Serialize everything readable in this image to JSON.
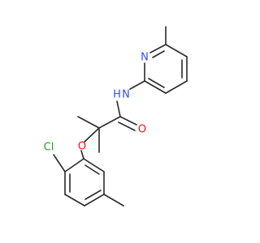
{
  "atoms": {
    "nitrogen_ring": {
      "symbol": "N",
      "color": "#3050F8"
    },
    "nitrogen_amide": {
      "symbol": "N",
      "color": "#3050F8"
    },
    "hydrogen_amide": {
      "symbol": "H",
      "color": "#3050F8"
    },
    "oxygen_carbonyl": {
      "symbol": "O",
      "color": "#FF0D0D"
    },
    "oxygen_ether": {
      "symbol": "O",
      "color": "#FF0D0D"
    },
    "chlorine": {
      "symbol": "Cl",
      "color": "#1FA01F"
    }
  },
  "bond_color": "#2a2a2a",
  "background": "#ffffff"
}
